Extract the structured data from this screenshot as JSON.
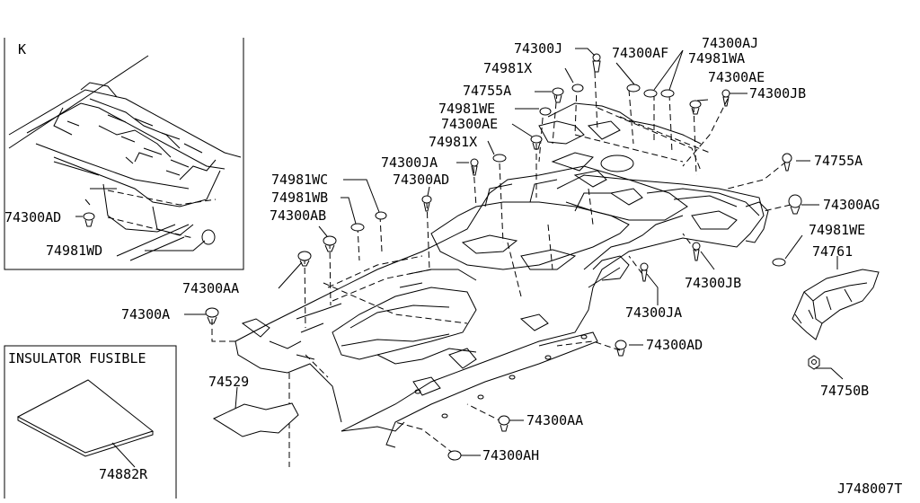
{
  "diagram_id": "J748007T",
  "inset_k": {
    "letter": "K",
    "callouts": [
      "74300AD",
      "74981WD"
    ]
  },
  "inset_insulator": {
    "title": "INSULATOR FUSIBLE",
    "callout": "74882R"
  },
  "callouts": {
    "c_74300J": "74300J",
    "c_74300AF": "74300AF",
    "c_74300AJ": "74300AJ",
    "c_74981WA": "74981WA",
    "c_74981X_top": "74981X",
    "c_74300AE_right": "74300AE",
    "c_74755A_top": "74755A",
    "c_74300JB_top": "74300JB",
    "c_74981WE_top": "74981WE",
    "c_74300AE_left": "74300AE",
    "c_74981X_mid": "74981X",
    "c_74755A_right": "74755A",
    "c_74300JA_top": "74300JA",
    "c_74300AD_mid": "74300AD",
    "c_74300AG": "74300AG",
    "c_74981WC": "74981WC",
    "c_74981WB": "74981WB",
    "c_74981WE_right": "74981WE",
    "c_74300AB": "74300AB",
    "c_74761": "74761",
    "c_74300AA_left": "74300AA",
    "c_74300JB_bottom": "74300JB",
    "c_74300A": "74300A",
    "c_74300JA_bottom": "74300JA",
    "c_74300AD_bottom": "74300AD",
    "c_74529": "74529",
    "c_74750B": "74750B",
    "c_74300AA_bottom": "74300AA",
    "c_74300AH": "74300AH"
  }
}
